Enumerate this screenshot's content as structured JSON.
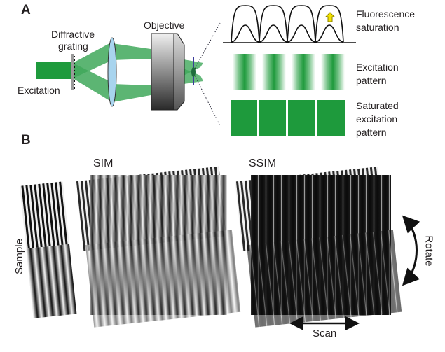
{
  "panel_a": {
    "label": "A",
    "labels": {
      "grating_line1": "Diffractive",
      "grating_line2": "grating",
      "excitation": "Excitation",
      "objective": "Objective",
      "fluor_line1": "Fluorescence",
      "fluor_line2": "saturation",
      "exc_pattern_line1": "Excitation",
      "exc_pattern_line2": "pattern",
      "sat_line1": "Saturated",
      "sat_line2": "excitation",
      "sat_line3": "pattern"
    }
  },
  "panel_b": {
    "label": "B",
    "sim": "SIM",
    "ssim": "SSIM",
    "sample": "Sample",
    "rotate": "Rotate",
    "scan": "Scan"
  },
  "colors": {
    "green": "#1e9a3c",
    "lens": "#a8d4ee",
    "arrow": "#f5e400"
  }
}
